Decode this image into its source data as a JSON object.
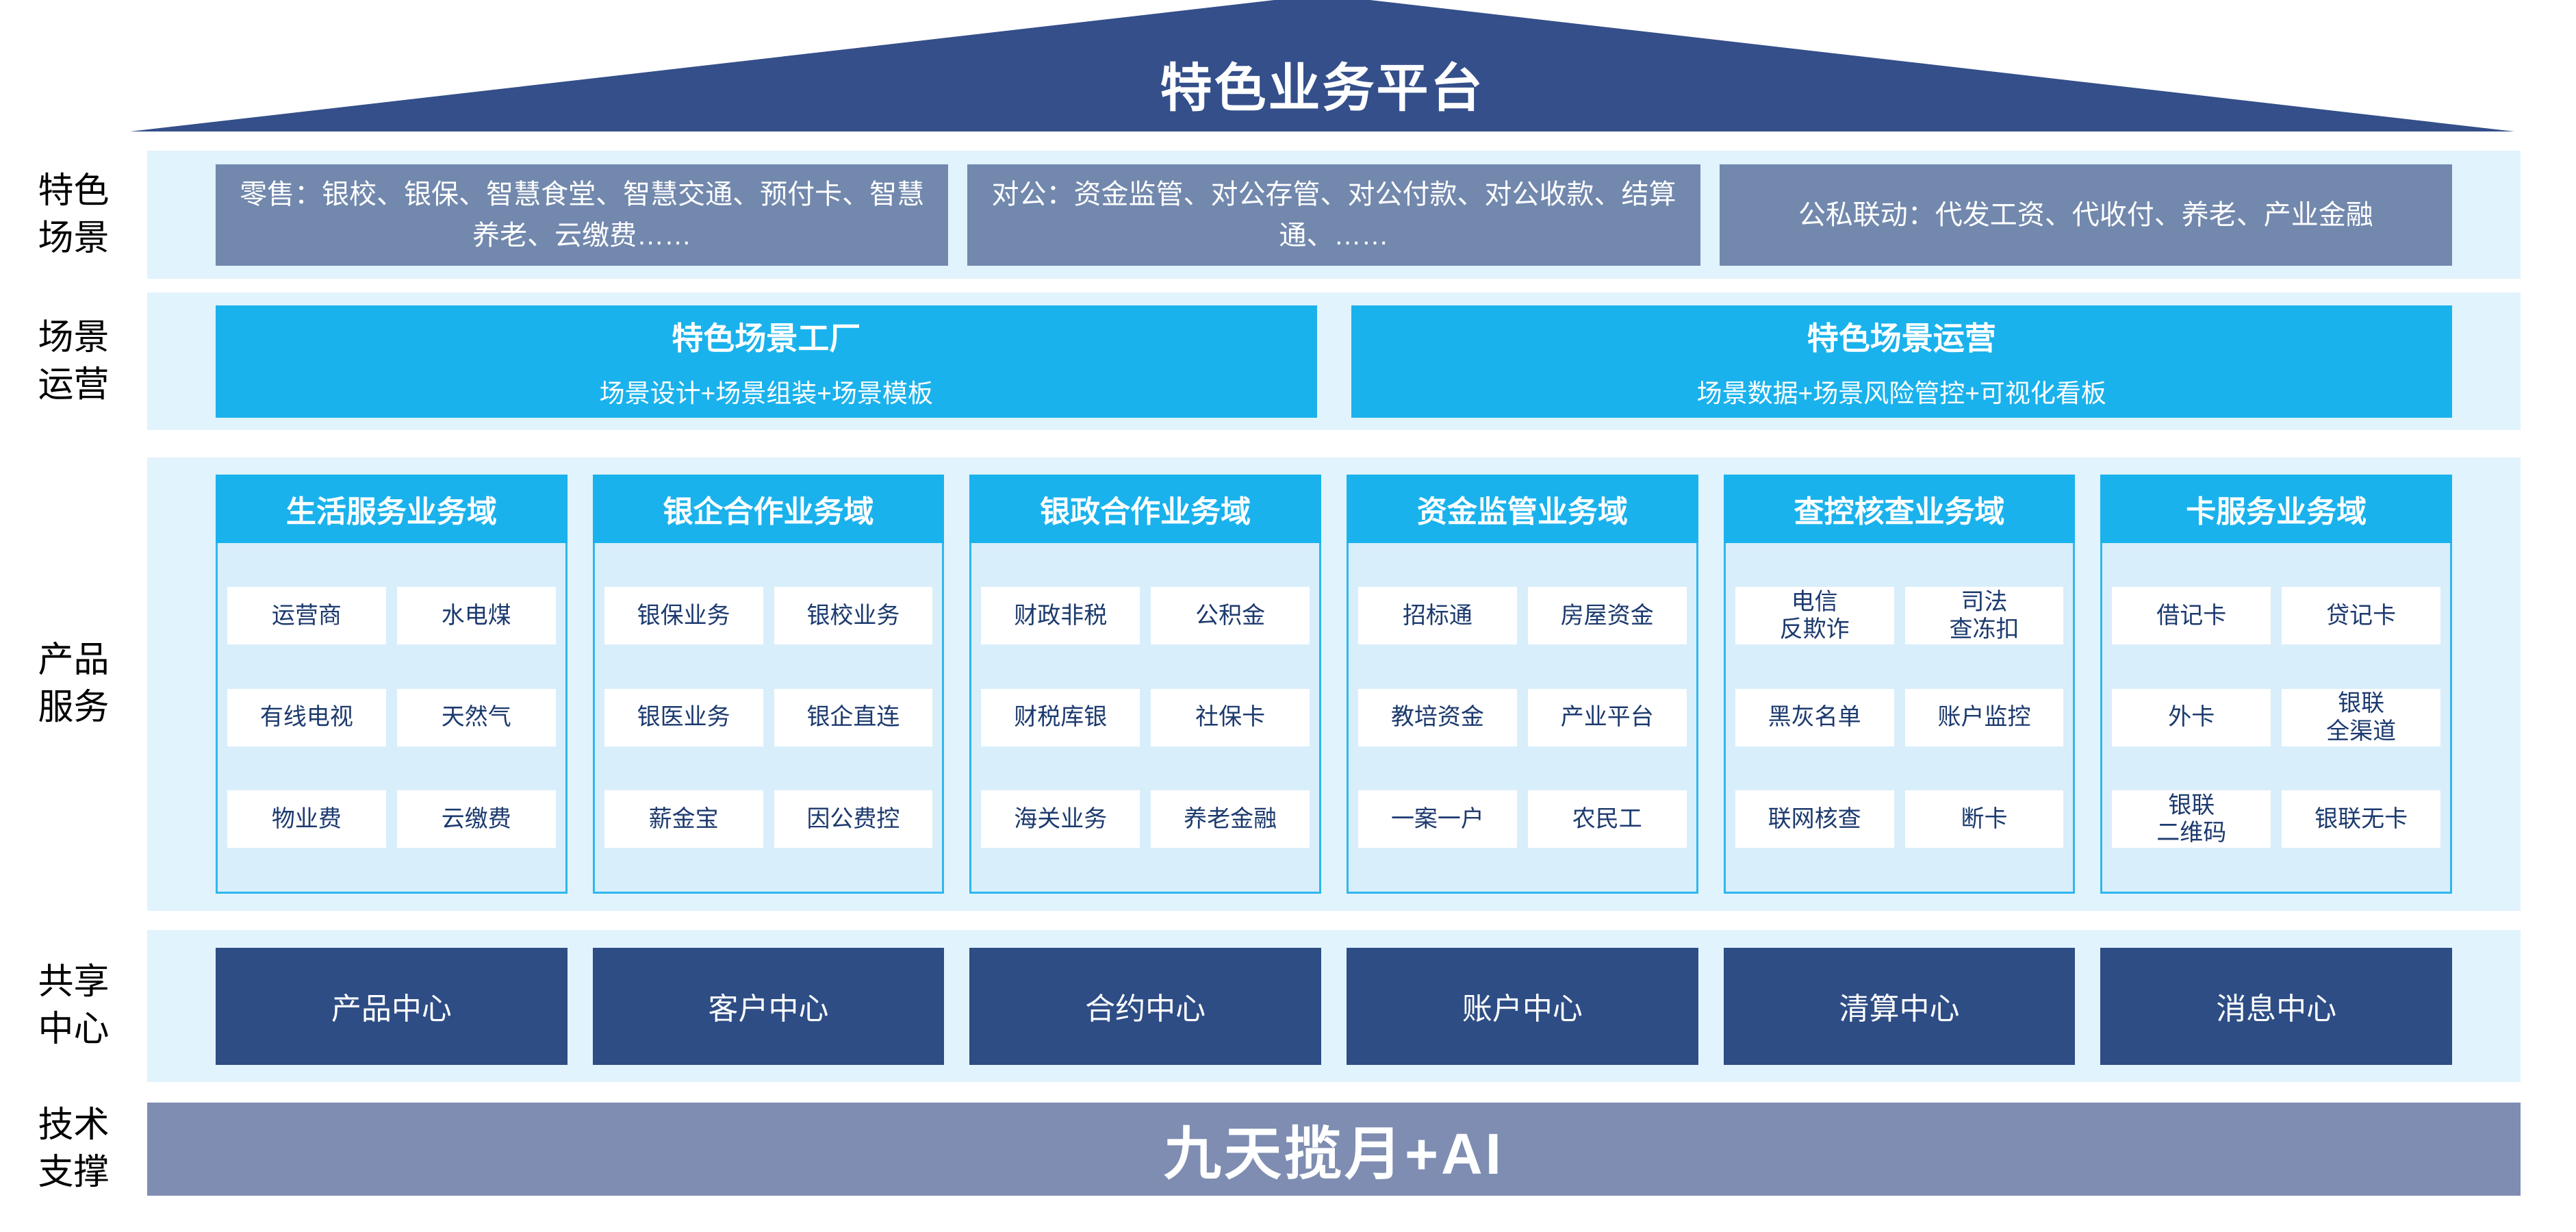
{
  "page": {
    "title": "特色业务平台"
  },
  "colors": {
    "roof_navy": "#344f8a",
    "band_light_blue": "#e1f3fd",
    "scene_gray_blue": "#7288ad",
    "accent_cyan": "#1ab2ec",
    "product_body_blue": "#d9eefb",
    "product_body_border": "#2fb7ed",
    "cell_text_navy": "#1c3a6e",
    "center_navy": "#2e4d85",
    "tech_bar_gray_blue": "#7e8db1"
  },
  "sections": {
    "scenes": {
      "side_label": "特色\n场景",
      "boxes": [
        "零售：银校、银保、智慧食堂、智慧交通、预付卡、智慧养老、云缴费……",
        "对公：资金监管、对公存管、对公付款、对公收款、结算通、……",
        "公私联动：代发工资、代收付、养老、产业金融"
      ]
    },
    "operations": {
      "side_label": "场景\n运营",
      "boxes": [
        {
          "title": "特色场景工厂",
          "subtitle": "场景设计+场景组装+场景模板"
        },
        {
          "title": "特色场景运营",
          "subtitle": "场景数据+场景风险管控+可视化看板"
        }
      ]
    },
    "products": {
      "side_label": "产品\n服务",
      "columns": [
        {
          "header": "生活服务业务域",
          "cells": [
            "运营商",
            "水电煤",
            "有线电视",
            "天然气",
            "物业费",
            "云缴费"
          ]
        },
        {
          "header": "银企合作业务域",
          "cells": [
            "银保业务",
            "银校业务",
            "银医业务",
            "银企直连",
            "薪金宝",
            "因公费控"
          ]
        },
        {
          "header": "银政合作业务域",
          "cells": [
            "财政非税",
            "公积金",
            "财税库银",
            "社保卡",
            "海关业务",
            "养老金融"
          ]
        },
        {
          "header": "资金监管业务域",
          "cells": [
            "招标通",
            "房屋资金",
            "教培资金",
            "产业平台",
            "一案一户",
            "农民工"
          ]
        },
        {
          "header": "查控核查业务域",
          "cells": [
            "电信\n反欺诈",
            "司法\n查冻扣",
            "黑灰名单",
            "账户监控",
            "联网核查",
            "断卡"
          ]
        },
        {
          "header": "卡服务业务域",
          "cells": [
            "借记卡",
            "贷记卡",
            "外卡",
            "银联\n全渠道",
            "银联\n二维码",
            "银联无卡"
          ]
        }
      ]
    },
    "shared": {
      "side_label": "共享\n中心",
      "boxes": [
        "产品中心",
        "客户中心",
        "合约中心",
        "账户中心",
        "清算中心",
        "消息中心"
      ]
    },
    "tech": {
      "side_label": "技术\n支撑",
      "bar_label": "九天揽月+AI"
    }
  }
}
